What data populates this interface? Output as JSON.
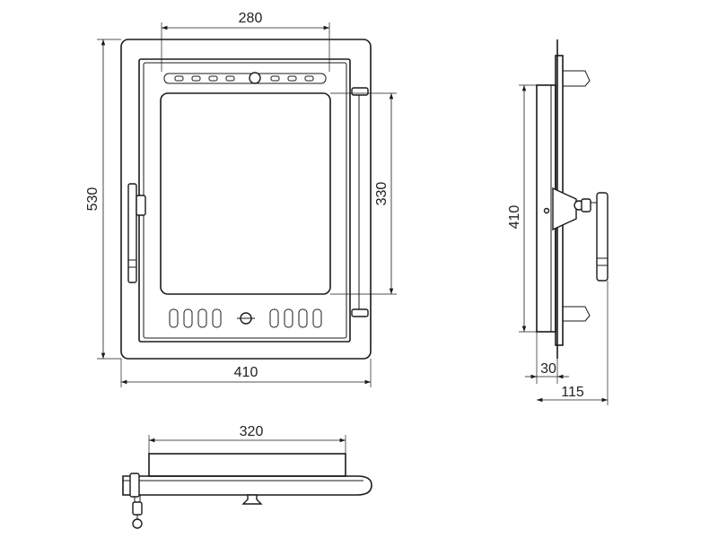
{
  "colors": {
    "line": "#1a1a1a",
    "background": "#ffffff"
  },
  "views": {
    "front": {
      "dims": {
        "slot_width": "280",
        "total_height": "530",
        "inner_height": "330",
        "total_width": "410"
      }
    },
    "side": {
      "dims": {
        "height": "410",
        "flange_depth": "30",
        "total_depth": "115"
      }
    },
    "top": {
      "dims": {
        "width": "320"
      }
    }
  }
}
